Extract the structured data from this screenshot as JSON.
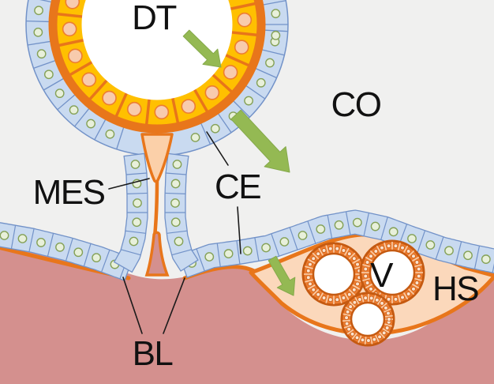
{
  "figure_title": "schematic cross-section: duct, coelomic epithelium, mesentery and hill structure with vessels",
  "labels": {
    "dt": "DT",
    "co": "CO",
    "mes": "MES",
    "ce": "CE",
    "bl": "BL",
    "v": "V",
    "hs": "HS"
  },
  "colors": {
    "background": "#F0F0EF",
    "lumen": "#FFFFFF",
    "duct_cell": "#FFC000",
    "duct_cell_border": "#E8751A",
    "duct_nucleus": "#F8CBAD",
    "duct_nucleus_border": "#ED7D31",
    "basal_lamina": "#E8761B",
    "epithelium_cell": "#C9DAF0",
    "epithelium_border": "#7292C8",
    "epithelium_nucleus": "#E8F0DA",
    "epithelium_nucleus_border": "#85A157",
    "mesenchyme": "#D4908E",
    "hill_fill": "#FBD8BB",
    "stalk_core": "#FBD0A9",
    "vessel_ring": "#ED7D31",
    "vessel_ring_border": "#C55A11",
    "vessel_ring_divider": "#F9CDA8",
    "vessel_nucleus": "#FBE3CF",
    "vessel_lumen": "#FFFFFF",
    "arrow": "#94B953",
    "arrow_border": "#85A94B",
    "leader_line": "#1A1A1A",
    "label_text": "#111111"
  },
  "arrows": [
    {
      "name": "arrow-into-duct-wall",
      "size": "small",
      "direction": "down-right"
    },
    {
      "name": "arrow-duct-to-coelom",
      "size": "large",
      "direction": "down-right"
    },
    {
      "name": "arrow-into-hill",
      "size": "small",
      "direction": "down-right"
    }
  ],
  "leader_lines": [
    {
      "from": "MES label",
      "to": "stalk epithelial cell"
    },
    {
      "from": "CE label",
      "to": "duct outer epithelial cell"
    },
    {
      "from": "CE label",
      "to": "surface epithelial cell"
    },
    {
      "from": "BL label",
      "to": "basal lamina left of stalk"
    },
    {
      "from": "BL label",
      "to": "basal lamina right of stalk"
    }
  ]
}
